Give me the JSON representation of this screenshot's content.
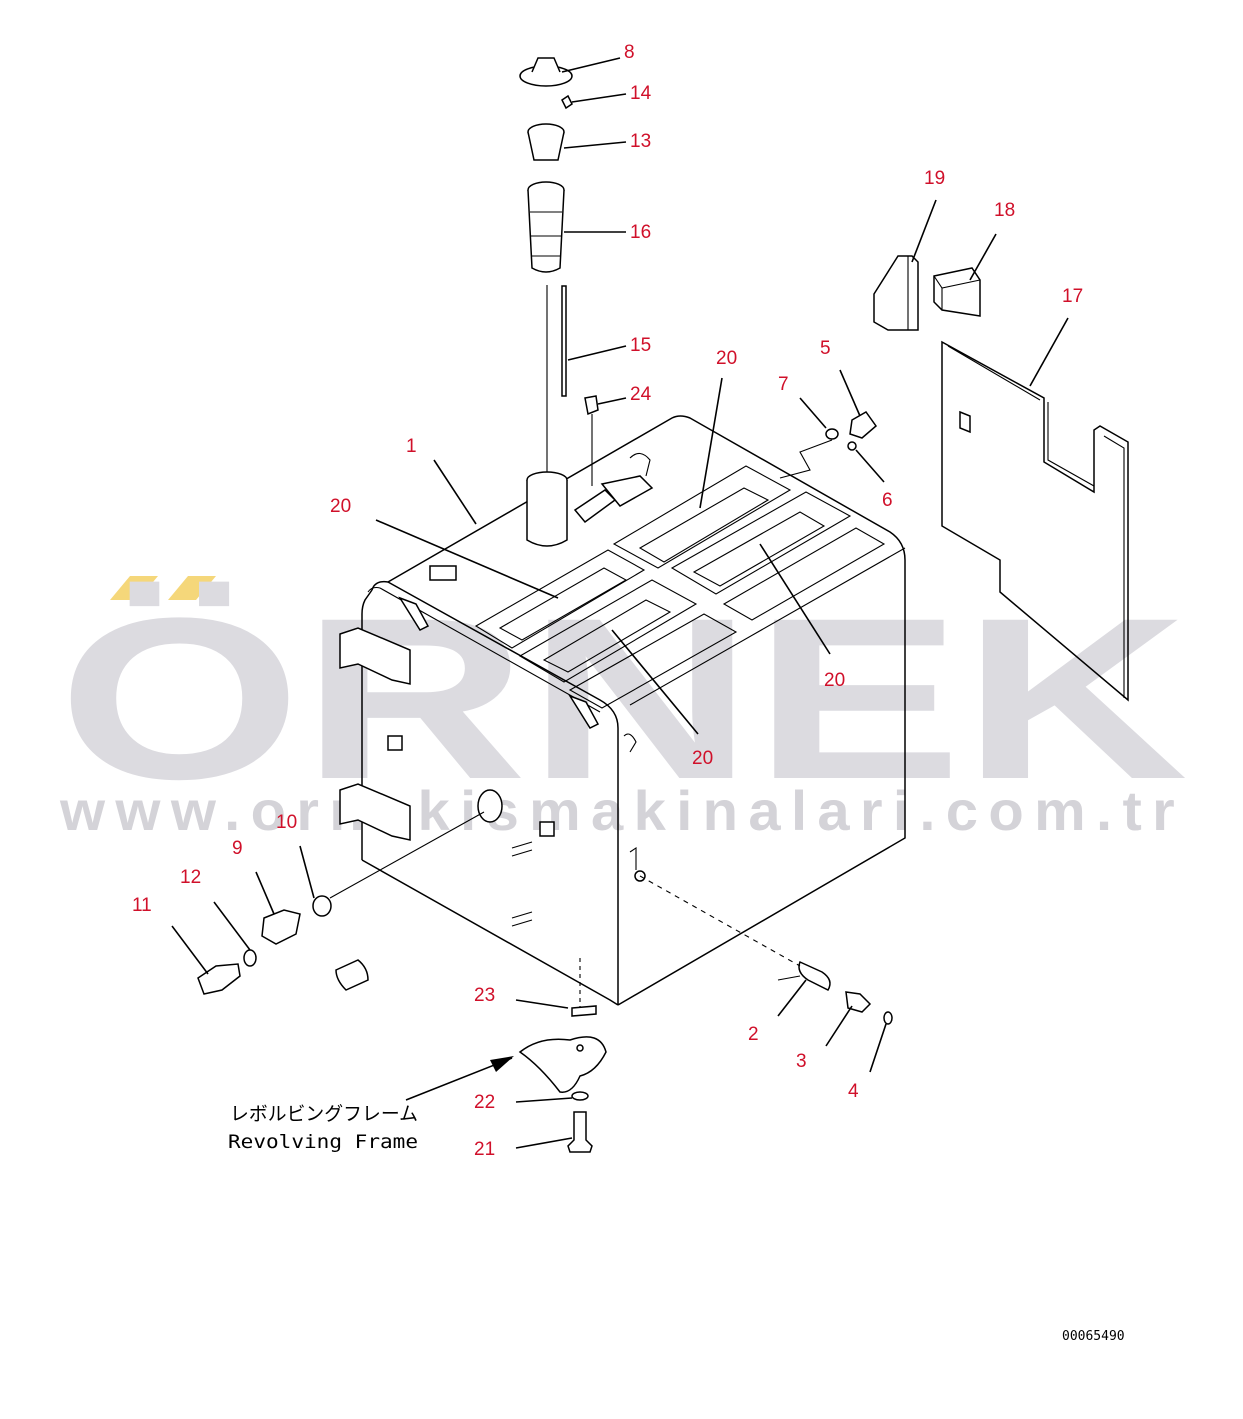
{
  "watermark": {
    "brand": "ÖRNEK",
    "url": "www.ornekismakinalari.com.tr",
    "accent_color": "#f5d77a",
    "text_color": "#dcdbe0"
  },
  "callout_color": "#d0102a",
  "callouts": [
    {
      "id": "c8",
      "label": "8"
    },
    {
      "id": "c14",
      "label": "14"
    },
    {
      "id": "c13",
      "label": "13"
    },
    {
      "id": "c16",
      "label": "16"
    },
    {
      "id": "c15",
      "label": "15"
    },
    {
      "id": "c24",
      "label": "24"
    },
    {
      "id": "c19",
      "label": "19"
    },
    {
      "id": "c18",
      "label": "18"
    },
    {
      "id": "c17",
      "label": "17"
    },
    {
      "id": "c5",
      "label": "5"
    },
    {
      "id": "c7",
      "label": "7"
    },
    {
      "id": "c6",
      "label": "6"
    },
    {
      "id": "c20a",
      "label": "20"
    },
    {
      "id": "c1",
      "label": "1"
    },
    {
      "id": "c20b",
      "label": "20"
    },
    {
      "id": "c20c",
      "label": "20"
    },
    {
      "id": "c20d",
      "label": "20"
    },
    {
      "id": "c10",
      "label": "10"
    },
    {
      "id": "c9",
      "label": "9"
    },
    {
      "id": "c12",
      "label": "12"
    },
    {
      "id": "c11",
      "label": "11"
    },
    {
      "id": "c23",
      "label": "23"
    },
    {
      "id": "c2",
      "label": "2"
    },
    {
      "id": "c3",
      "label": "3"
    },
    {
      "id": "c4",
      "label": "4"
    },
    {
      "id": "c22",
      "label": "22"
    },
    {
      "id": "c21",
      "label": "21"
    }
  ],
  "revolving_frame": {
    "label_jp": "レボルビングフレーム",
    "label_en": "Revolving Frame"
  },
  "drawing_number": "00065490"
}
